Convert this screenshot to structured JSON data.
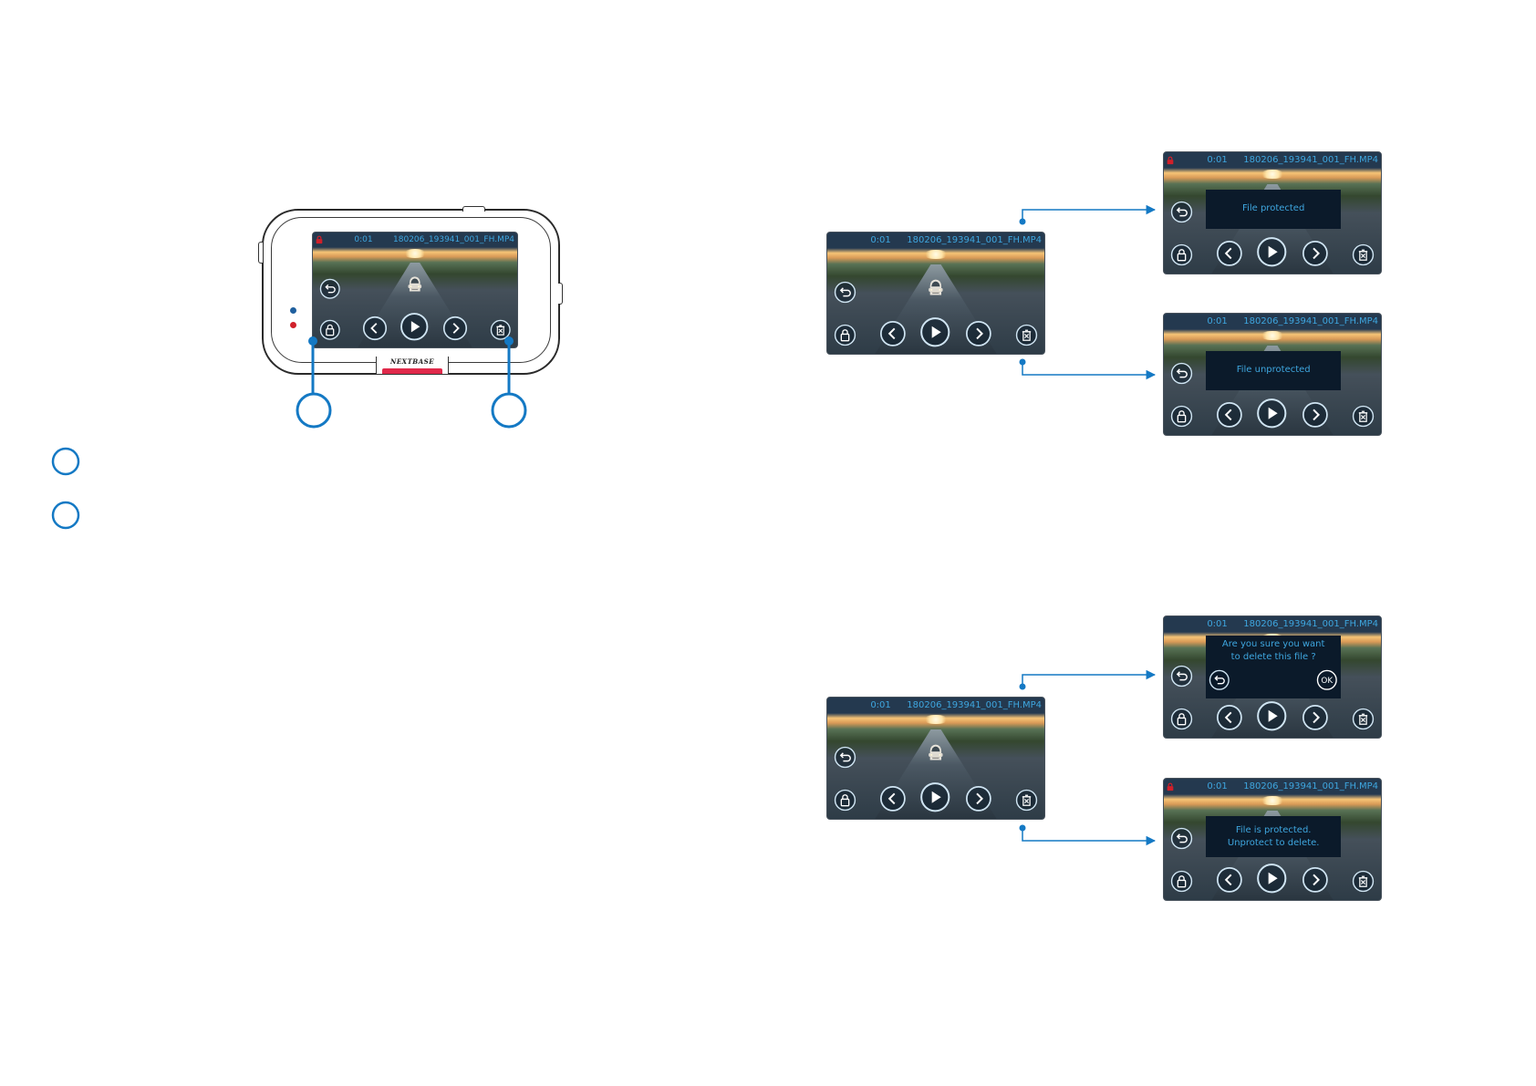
{
  "brand": "NEXTBASE",
  "colors": {
    "accent": "#1479c4",
    "status_bar_text": "#3ea6df",
    "lock_red": "#d0202a",
    "led_blue": "#1f5f9e",
    "led_red": "#d0202a"
  },
  "icons": [
    "back-arrow-icon",
    "lock-icon",
    "chevron-left-icon",
    "play-icon",
    "chevron-right-icon",
    "delete-icon",
    "ok-icon"
  ],
  "screens": {
    "device": {
      "time": "0:01",
      "file": "180206_193941_001_FH.MP4",
      "protected": true
    },
    "source_protect": {
      "time": "0:01",
      "file": "180206_193941_001_FH.MP4",
      "protected": false
    },
    "protected_result": {
      "time": "0:01",
      "file": "180206_193941_001_FH.MP4",
      "protected": true,
      "message": "File protected"
    },
    "unprotected_result": {
      "time": "0:01",
      "file": "180206_193941_001_FH.MP4",
      "protected": false,
      "message": "File unprotected"
    },
    "source_delete": {
      "time": "0:01",
      "file": "180206_193941_001_FH.MP4",
      "protected": false
    },
    "delete_confirm": {
      "time": "0:01",
      "file": "180206_193941_001_FH.MP4",
      "protected": false,
      "message_line1": "Are you sure you want",
      "message_line2": "to delete this file ?",
      "ok_label": "OK"
    },
    "delete_protected": {
      "time": "0:01",
      "file": "180206_193941_001_FH.MP4",
      "protected": true,
      "message_line1": "File is protected.",
      "message_line2": "Unprotect to delete."
    }
  }
}
